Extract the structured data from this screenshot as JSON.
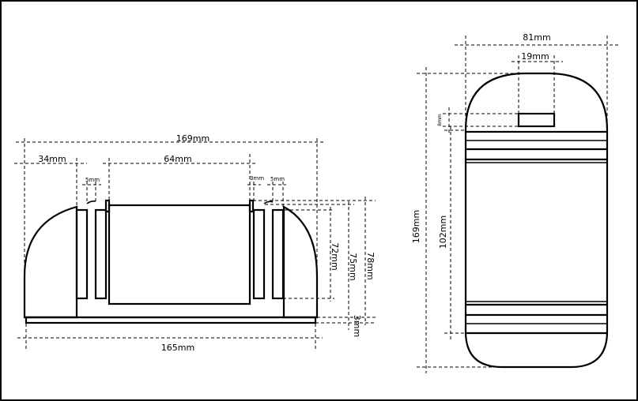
{
  "dimensions": {
    "front_total_width": "169mm",
    "front_left_width": "34mm",
    "front_center_width": "64mm",
    "front_slot_left": "5mm",
    "front_slot_right_a": "3mm",
    "front_slot_right_b": "5mm",
    "front_base_width": "165mm",
    "front_height_inner": "72mm",
    "front_height_mid": "75mm",
    "front_height_outer": "78mm",
    "front_base_thickness": "3mm",
    "side_width": "81mm",
    "side_top_slot": "19mm",
    "side_slot_height": "8mm",
    "side_total_height": "169mm",
    "side_band_height": "102mm"
  }
}
